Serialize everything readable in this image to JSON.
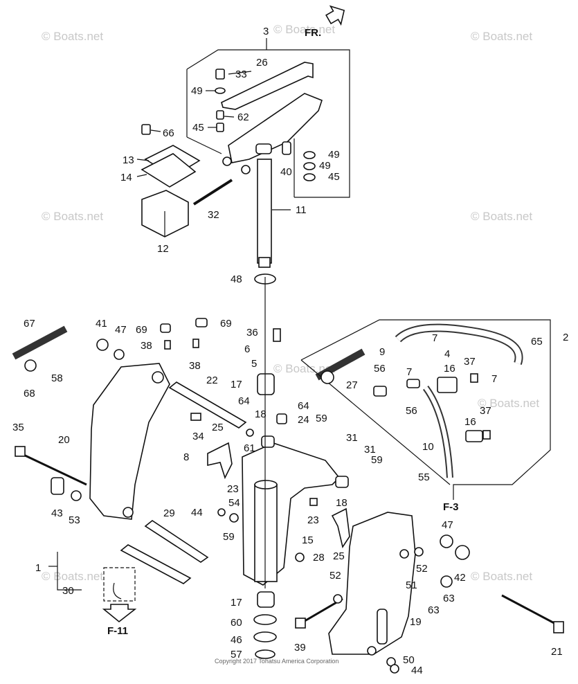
{
  "direction_label": "FR.",
  "watermark": "© Boats.net",
  "copyright": "Copyright 2017 Tohatsu America Corporation",
  "refs": {
    "f3": "F-3",
    "f11": "F-11"
  },
  "callouts": {
    "c1": "1",
    "c2": "2",
    "c3": "3",
    "c4": "4",
    "c5": "5",
    "c6": "6",
    "c7": "7",
    "c8": "8",
    "c9": "9",
    "c10": "10",
    "c11": "11",
    "c12": "12",
    "c13": "13",
    "c14": "14",
    "c15": "15",
    "c16": "16",
    "c17": "17",
    "c18": "18",
    "c19": "19",
    "c20": "20",
    "c21": "21",
    "c22": "22",
    "c23": "23",
    "c24": "24",
    "c25": "25",
    "c26": "26",
    "c27": "27",
    "c28": "28",
    "c29": "29",
    "c30": "30",
    "c31": "31",
    "c32": "32",
    "c33": "33",
    "c34": "34",
    "c35": "35",
    "c36": "36",
    "c37": "37",
    "c38": "38",
    "c39": "39",
    "c40": "40",
    "c41": "41",
    "c42": "42",
    "c43": "43",
    "c44": "44",
    "c45": "45",
    "c46": "46",
    "c47": "47",
    "c48": "48",
    "c49": "49",
    "c50": "50",
    "c51": "51",
    "c52": "52",
    "c53": "53",
    "c54": "54",
    "c55": "55",
    "c56": "56",
    "c57": "57",
    "c58": "58",
    "c59": "59",
    "c60": "60",
    "c61": "61",
    "c62": "62",
    "c63": "63",
    "c64": "64",
    "c65": "65",
    "c66": "66",
    "c67": "67",
    "c68": "68",
    "c69": "69"
  }
}
